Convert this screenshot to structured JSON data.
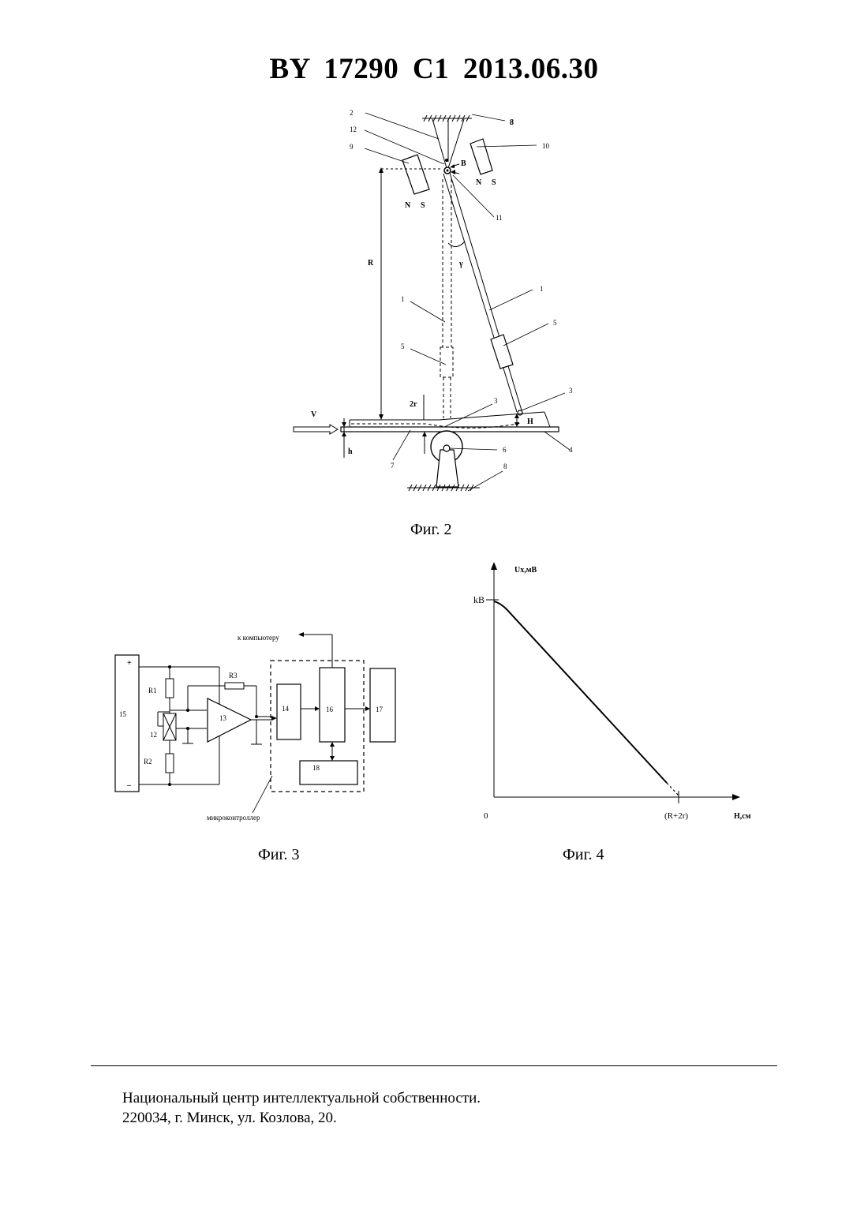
{
  "header": {
    "title": "BY 17290 C1 2013.06.30"
  },
  "fig2": {
    "caption": "Фиг. 2",
    "callouts": {
      "c2": "2",
      "c12": "12",
      "c9": "9",
      "c8top": "8",
      "c10": "10",
      "c11": "11",
      "c1left": "1",
      "c1right": "1",
      "c5left": "5",
      "c5right": "5",
      "c3mid": "3",
      "c3right": "3",
      "c4": "4",
      "c6": "6",
      "c7": "7",
      "c8bottom": "8"
    },
    "letters": {
      "R": "R",
      "gamma": "γ",
      "B": "B",
      "N_left": "N",
      "S_left": "S",
      "N_right": "N",
      "S_right": "S",
      "two_r": "2r",
      "V": "V",
      "h": "h",
      "H": "H"
    }
  },
  "fig3": {
    "caption": "Фиг. 3",
    "to_computer": "к компьютеру",
    "microcontroller": "микроконтроллер",
    "plus": "+",
    "minus": "–",
    "labels": {
      "r1": "R1",
      "r2": "R2",
      "r3": "R3",
      "b15": "15",
      "b13": "13",
      "b12": "12",
      "b14": "14",
      "b16": "16",
      "b17": "17",
      "b18": "18"
    }
  },
  "fig4": {
    "caption": "Фиг. 4",
    "y_axis_label": "Ux,мВ",
    "x_axis_label": "H,см",
    "origin_label": "0",
    "y_tick_label": "kB",
    "x_tick_label": "(R+2r)"
  },
  "footer": {
    "line1": "Национальный центр интеллектуальной собственности.",
    "line2": "220034, г. Минск, ул. Козлова, 20."
  }
}
